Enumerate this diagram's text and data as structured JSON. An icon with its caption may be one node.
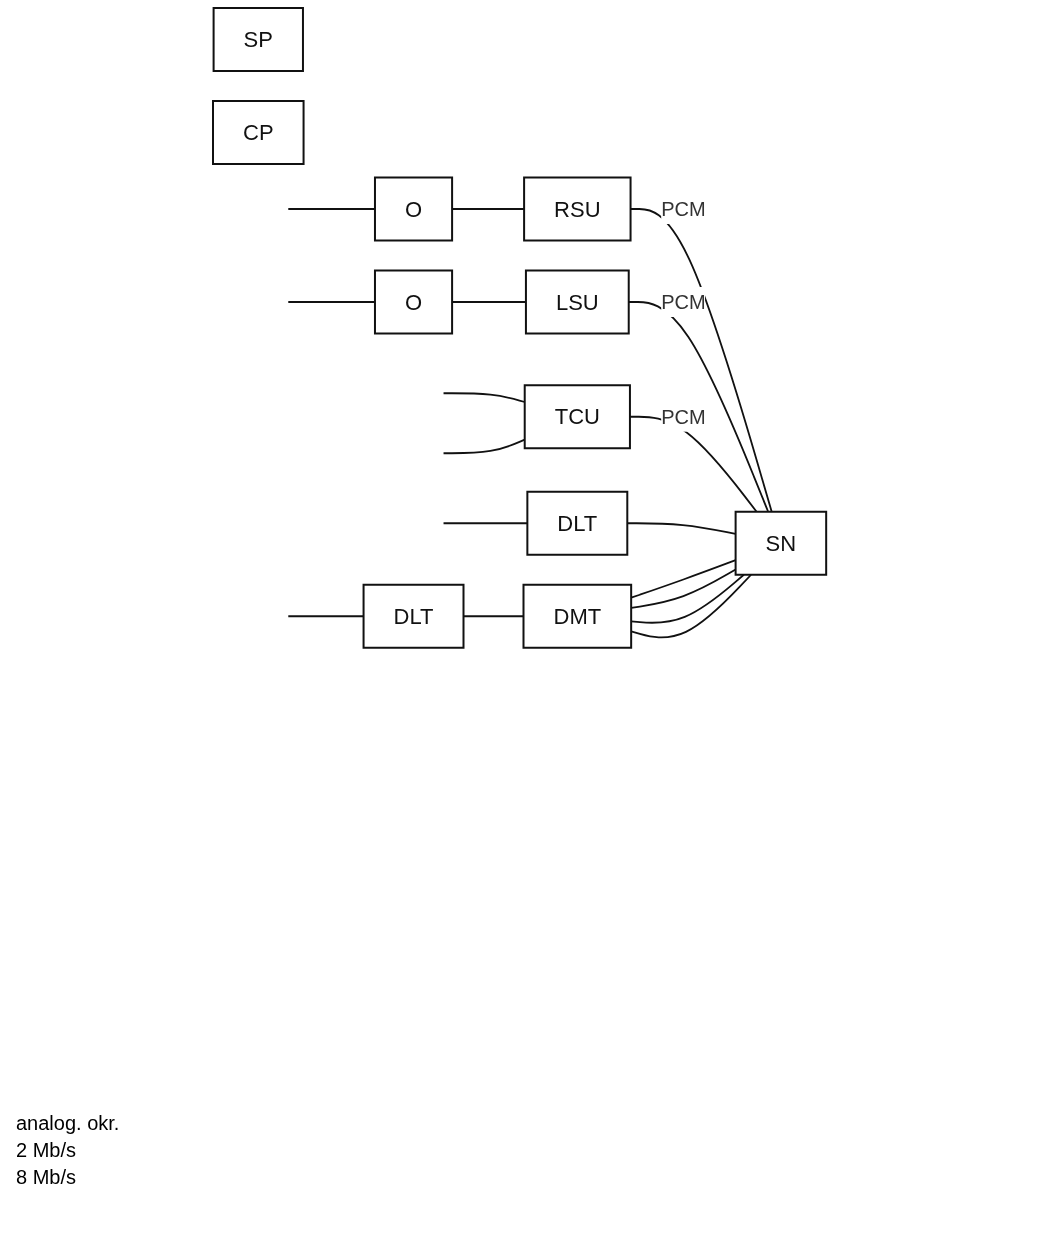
{
  "diagram": {
    "nodes": [
      {
        "text": [
          "O"
        ]
      },
      {
        "text": [
          "RSU"
        ]
      },
      {
        "text": [
          "O"
        ]
      },
      {
        "text": [
          "LSU"
        ]
      },
      {
        "text": [
          "TCU"
        ]
      },
      {
        "text": [
          "DLT"
        ]
      },
      {
        "text": [
          "DLT"
        ]
      },
      {
        "text": [
          "DMT"
        ]
      },
      {
        "text": [
          "SN"
        ]
      },
      {
        "text": [
          "SP"
        ]
      },
      {
        "text": [
          "CP"
        ]
      }
    ],
    "edges": [
      {
        "from": null,
        "to": 0,
        "arrow": "none"
      },
      {
        "from": 0,
        "to": 1,
        "arrow": "none"
      },
      {
        "from": 1,
        "to": 8,
        "arrow": "none",
        "label": "PCM"
      },
      {
        "from": null,
        "to": 2,
        "arrow": "none"
      },
      {
        "from": 2,
        "to": 3,
        "arrow": "none"
      },
      {
        "from": 3,
        "to": 8,
        "arrow": "none",
        "label": "PCM"
      },
      {
        "from": null,
        "to": 4,
        "arrow": "none"
      },
      {
        "from": null,
        "to": 4,
        "arrow": "none"
      },
      {
        "from": 4,
        "to": 8,
        "arrow": "none",
        "label": "PCM"
      },
      {
        "from": null,
        "to": 5,
        "arrow": "none"
      },
      {
        "from": 5,
        "to": 8,
        "arrow": "none"
      },
      {
        "from": null,
        "to": 6,
        "arrow": "none"
      },
      {
        "from": 6,
        "to": 7,
        "arrow": "none"
      },
      {
        "from": 7,
        "to": 8,
        "arrow": "none"
      },
      {
        "from": 7,
        "to": 8,
        "arrow": "none"
      },
      {
        "from": 7,
        "to": 8,
        "arrow": "none"
      },
      {
        "from": 7,
        "to": 8,
        "arrow": "none"
      }
    ],
    "labels": [
      "analog. okr.",
      "2 Mb/s",
      "8 Mb/s"
    ]
  }
}
